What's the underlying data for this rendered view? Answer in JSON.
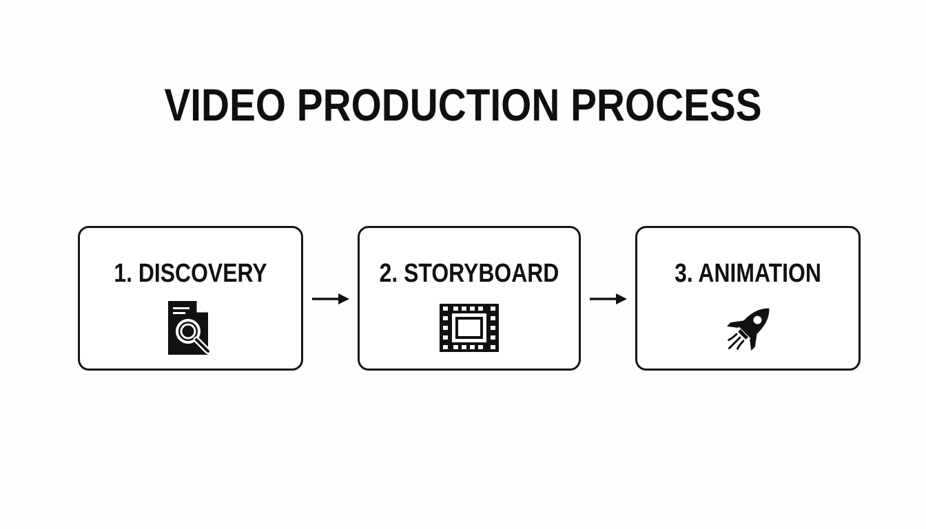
{
  "title": "VIDEO PRODUCTION PROCESS",
  "steps": [
    {
      "label": "1. DISCOVERY",
      "icon": "document-search-icon"
    },
    {
      "label": "2. STORYBOARD",
      "icon": "film-strip-icon"
    },
    {
      "label": "3. ANIMATION",
      "icon": "rocket-icon"
    }
  ],
  "connectors": [
    "arrow-right-icon",
    "arrow-right-icon"
  ],
  "colors": {
    "background": "#fdfefe",
    "ink": "#111111"
  }
}
